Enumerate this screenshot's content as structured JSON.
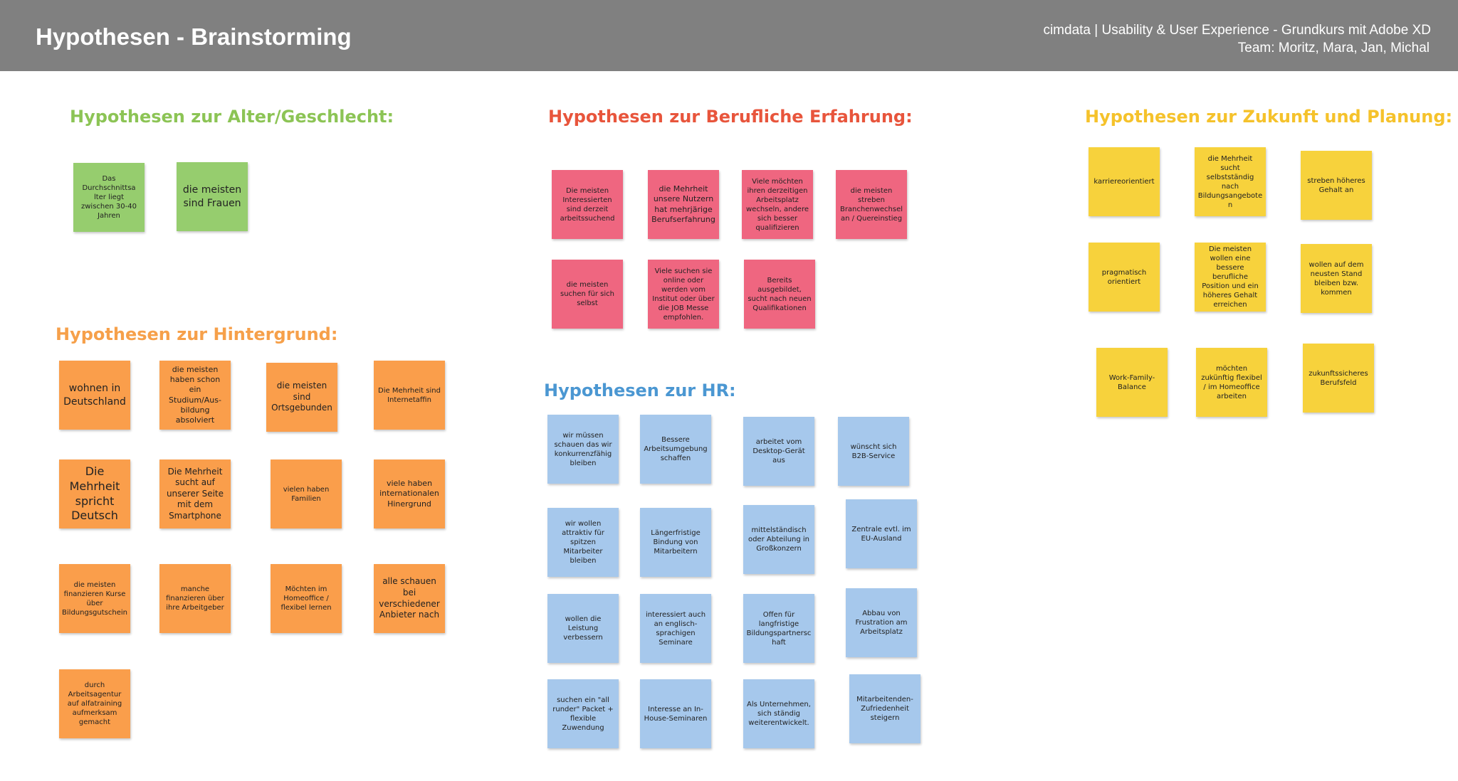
{
  "header": {
    "title": "Hypothesen - Brainstorming",
    "course": "cimdata | Usability & User Experience - Grundkurs mit Adobe XD",
    "team": "Team: Moritz, Mara, Jan, Michal"
  },
  "colors": {
    "header_bg": "#808080",
    "green": "#96cd6e",
    "pink": "#ef6680",
    "yellow": "#f7d23c",
    "orange": "#fa9e4b",
    "blue": "#a6c8ec",
    "heading_green": "#8cc455",
    "heading_red": "#e8553c",
    "heading_yellow": "#f5c22b",
    "heading_orange": "#f6a04a",
    "heading_blue": "#4b97d2"
  },
  "sections": {
    "alter": {
      "heading": "Hypothesen zur Alter/Geschlecht:",
      "notes": [
        "Das Durchschnittsa lter liegt zwischen 30-40 Jahren",
        "die meisten sind Frauen"
      ]
    },
    "beruf": {
      "heading": "Hypothesen zur Berufliche Erfahrung:",
      "notes": [
        "Die meisten Interessierten sind derzeit arbeitssuchend",
        "die Mehrheit unsere Nutzern hat mehrjärige Berufserfahrung",
        "Viele möchten ihren derzeitigen Arbeitsplatz wechseln, andere sich besser qualifizieren",
        "die meisten streben Branchenwechsel an / Quereinstieg",
        "die meisten suchen für sich selbst",
        "Viele suchen sie online oder werden vom Institut oder über die JOB Messe empfohlen.",
        "Bereits ausgebildet, sucht nach neuen Qualifikationen"
      ]
    },
    "zukunft": {
      "heading": "Hypothesen zur Zukunft und Planung:",
      "notes": [
        "karriereorientiert",
        "die Mehrheit sucht selbstständig nach Bildungsangebote n",
        "streben höheres Gehalt an",
        "pragmatisch orientiert",
        "Die meisten wollen eine bessere berufliche Position und ein höheres Gehalt erreichen",
        "wollen auf dem neusten Stand bleiben bzw. kommen",
        "Work-Family-Balance",
        "möchten zukünftig flexibel / im Homeoffice arbeiten",
        "zukunftssicheres Berufsfeld"
      ]
    },
    "hintergrund": {
      "heading": "Hypothesen zur Hintergrund:",
      "notes": [
        "wohnen in Deutschland",
        "die meisten haben schon ein Studium/Aus-bildung absolviert",
        "die meisten sind Ortsgebunden",
        "Die Mehrheit sind Internetaffin",
        "Die Mehrheit spricht Deutsch",
        "Die Mehrheit sucht auf unserer Seite mit dem Smartphone",
        "vielen haben Familien",
        "viele haben internationalen Hinergrund",
        "die meisten finanzieren Kurse über Bildungsgutschein",
        "manche finanzieren über ihre Arbeitgeber",
        "Möchten im Homeoffice / flexibel lernen",
        "alle schauen bei verschiedener Anbieter nach",
        "durch Arbeitsagentur auf alfatraining aufmerksam gemacht"
      ]
    },
    "hr": {
      "heading": "Hypothesen zur HR:",
      "notes": [
        "wir müssen schauen das wir konkurrenzfähig bleiben",
        "Bessere Arbeitsumgebung schaffen",
        "arbeitet vom Desktop-Gerät aus",
        "wünscht sich B2B-Service",
        "wir wollen attraktiv für spitzen Mitarbeiter bleiben",
        "Längerfristige Bindung von Mitarbeitern",
        "mittelständisch oder Abteilung in Großkonzern",
        "Zentrale evtl. im EU-Ausland",
        "wollen die Leistung verbessern",
        "interessiert auch an englisch-sprachigen Seminare",
        "Offen für langfristige Bildungspartnersc haft",
        "Abbau von Frustration am Arbeitsplatz",
        "suchen ein \"all runder\" Packet + flexible Zuwendung",
        "Interesse an In-House-Seminaren",
        "Als Unternehmen, sich ständig weiterentwickelt.",
        "Mitarbeitenden-Zufriedenheit steigern"
      ]
    }
  }
}
